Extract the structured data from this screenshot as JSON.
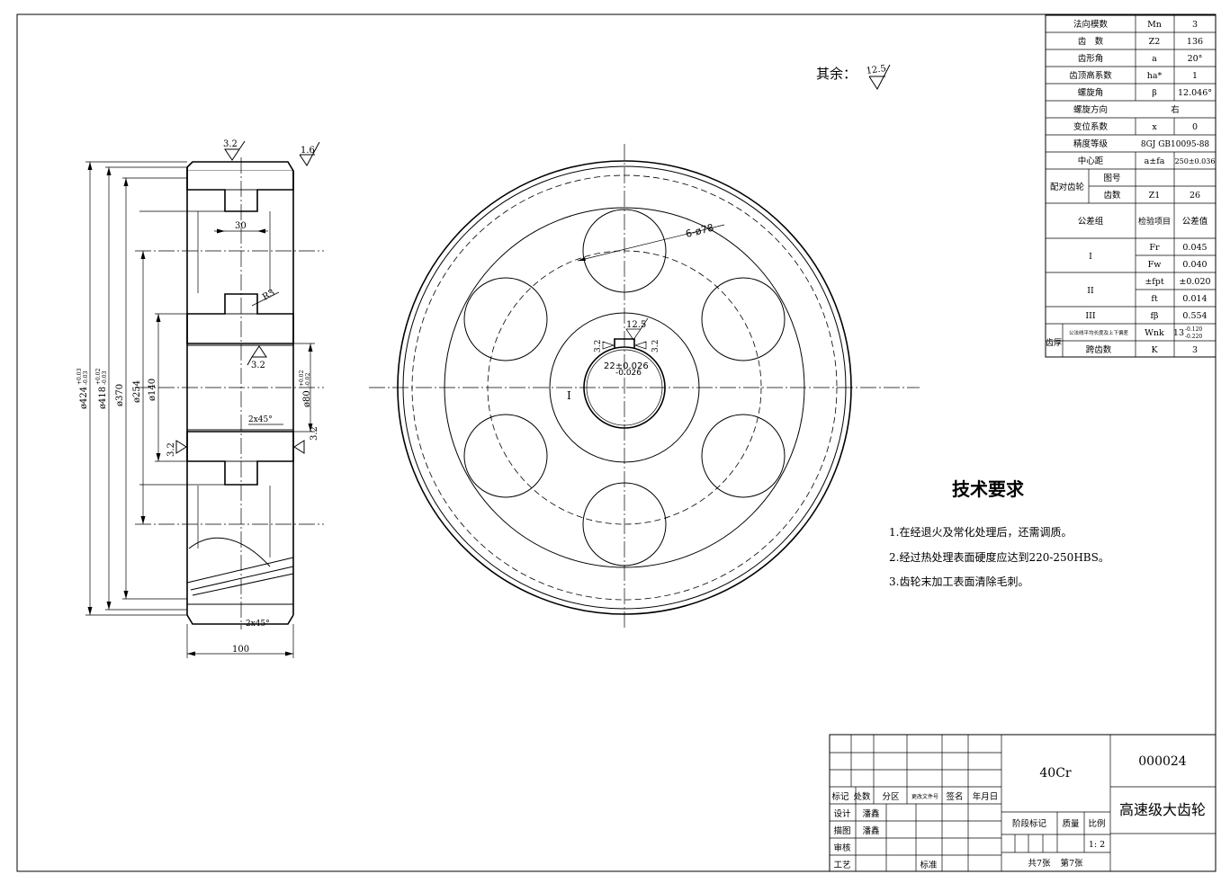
{
  "params": {
    "rows": [
      {
        "name": "法向模数",
        "sym": "Mn",
        "val": "3"
      },
      {
        "name": "齿　数",
        "sym": "Z2",
        "val": "136"
      },
      {
        "name": "齿形角",
        "sym": "a",
        "val": "20°"
      },
      {
        "name": "齿顶高系数",
        "sym": "ha*",
        "val": "1"
      },
      {
        "name": "螺旋角",
        "sym": "β",
        "val": "12.046°"
      },
      {
        "name": "螺旋方向",
        "sym": "",
        "val": "右"
      },
      {
        "name": "变位系数",
        "sym": "x",
        "val": "0"
      },
      {
        "name": "精度等级",
        "sym": "",
        "val": "8GJ GB10095-88"
      },
      {
        "name": "中心距",
        "sym": "a±fa",
        "val": "250±0.036"
      }
    ],
    "mating": {
      "label": "配对齿轮",
      "drawing_label": "图号",
      "teeth_label": "齿数",
      "teeth_sym": "Z1",
      "teeth_val": "26"
    },
    "tol_header": {
      "group": "公差组",
      "item": "检验项目",
      "value": "公差值"
    },
    "tol_groups": [
      {
        "group": "I",
        "items": [
          {
            "sym": "Fr",
            "val": "0.045"
          },
          {
            "sym": "Fw",
            "val": "0.040"
          }
        ]
      },
      {
        "group": "II",
        "items": [
          {
            "sym": "±fpt",
            "val": "±0.020"
          },
          {
            "sym": "ft",
            "val": "0.014"
          }
        ]
      },
      {
        "group": "III",
        "items": [
          {
            "sym": "fβ",
            "val": "0.554"
          }
        ]
      }
    ],
    "thickness": {
      "label": "齿厚",
      "desc": "公法线平均长度及上下偏差",
      "sym": "Wnk",
      "val": "13",
      "tol_up": "-0.120",
      "tol_low": "-0.220",
      "span_label": "跨齿数",
      "span_sym": "K",
      "span_val": "3"
    }
  },
  "roughness_other": {
    "label": "其余：",
    "value": "12.5"
  },
  "side_view": {
    "dims": {
      "d_tip": "ø424",
      "d_tip_tol_up": "+0.03",
      "d_tip_tol_low": "-0.03",
      "d_rim": "ø418",
      "d_rim_tol_up": "+0.02",
      "d_rim_tol_low": "-0.03",
      "d_hole_circle": "ø370",
      "d_web": "ø254",
      "d_hub": "ø140",
      "d_bore": "ø80",
      "d_bore_tol_up": "+0.02",
      "d_bore_tol_low": "-0.02",
      "web_thk": "30",
      "radius": "R3",
      "chamfer1": "2x45°",
      "chamfer2": "2x45°",
      "width": "100"
    },
    "roughness": [
      "3.2",
      "1.6",
      "3.2",
      "3.2",
      "3.2"
    ]
  },
  "front_view": {
    "holes_label": "6-ø78",
    "keyway_tol": "22±0.026",
    "keyway_tol2": "-0.026",
    "key_roughness": "12.5",
    "key_side_r1": "3.2",
    "key_side_r2": "3.2",
    "section_mark": "I"
  },
  "tech": {
    "title": "技术要求",
    "items": [
      "1.在经退火及常化处理后，还需调质。",
      "2.经过热处理表面硬度应达到220-250HBS。",
      "3.齿轮末加工表面清除毛刺。"
    ]
  },
  "title_block": {
    "material": "40Cr",
    "drawing_no": "000024",
    "part_name": "高速级大齿轮",
    "header": [
      "标记",
      "处数",
      "分区",
      "更改文件号",
      "签名",
      "年月日"
    ],
    "design": "设计",
    "design_name": "潘鑫",
    "draw": "描图",
    "draw_name": "潘鑫",
    "check": "审核",
    "process": "工艺",
    "standard": "标准",
    "stage": "阶段标记",
    "mass": "质量",
    "scale_label": "比例",
    "scale": "1: 2",
    "sheets": "共7张",
    "sheet_no": "第7张"
  }
}
